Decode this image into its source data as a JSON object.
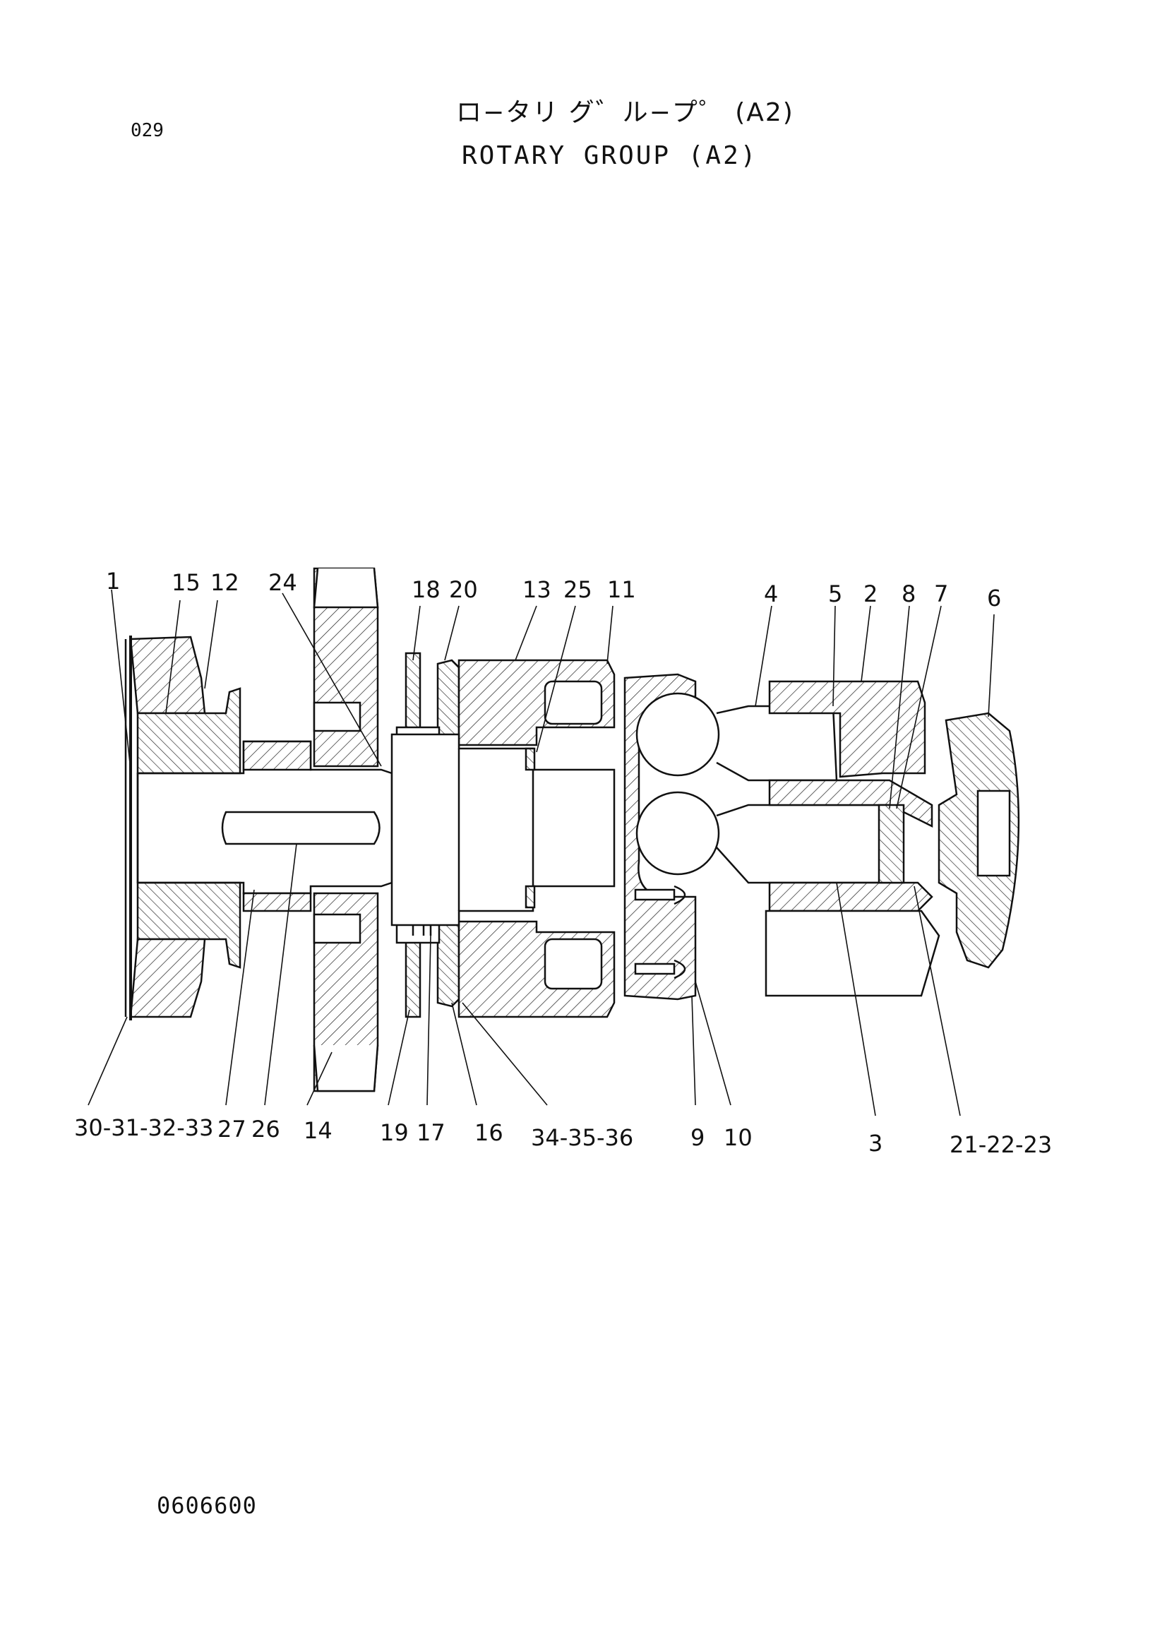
{
  "header": {
    "page_number": "029",
    "title_jp": "ロ−タリ グ゛ル−プ゜ (A2)",
    "title_en": "ROTARY GROUP (A2)"
  },
  "footer": {
    "doc_code": "0606600"
  },
  "callouts_top": [
    "1",
    "15",
    "12",
    "24",
    "18",
    "20",
    "13",
    "25",
    "11",
    "4",
    "5",
    "2",
    "8",
    "7",
    "6"
  ],
  "callouts_bottom": [
    "30-31-32-33",
    "27",
    "26",
    "14",
    "19",
    "17",
    "16",
    "34-35-36",
    "9",
    "10",
    "3",
    "21-22-23"
  ]
}
